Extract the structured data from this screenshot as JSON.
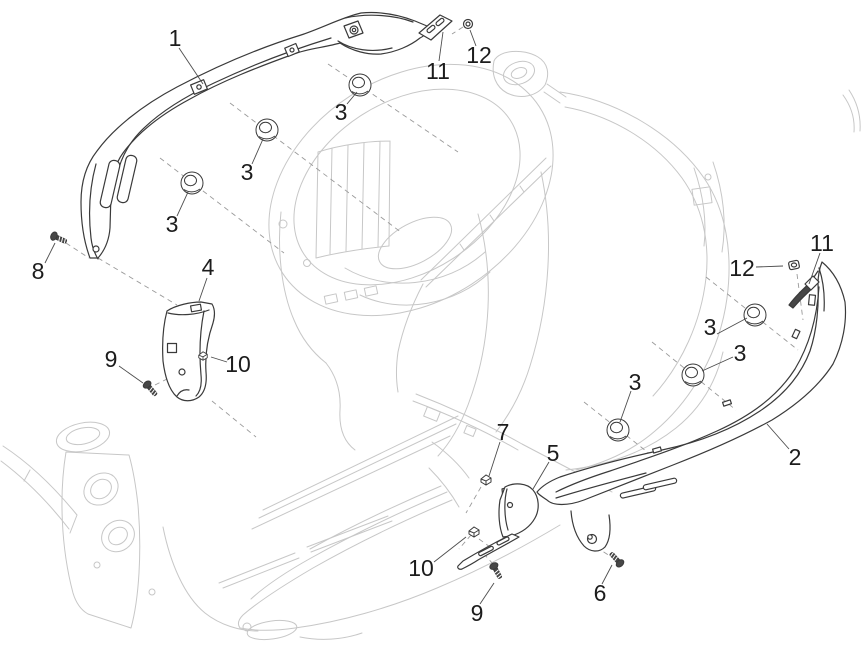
{
  "colors": {
    "background": "#ffffff",
    "ghost": "#c7c7c7",
    "part_line": "#3a3a3a",
    "screw_fill": "#474747",
    "label": "#1c1c1c",
    "leader": "#4d4d4d",
    "dashed": "#9a9a9a"
  },
  "callouts": [
    {
      "id": "1",
      "text": "1"
    },
    {
      "id": "3-top",
      "text": "3"
    },
    {
      "id": "3-mid",
      "text": "3"
    },
    {
      "id": "3-left",
      "text": "3"
    },
    {
      "id": "8",
      "text": "8"
    },
    {
      "id": "4",
      "text": "4"
    },
    {
      "id": "9-left",
      "text": "9"
    },
    {
      "id": "10-left",
      "text": "10"
    },
    {
      "id": "11-top",
      "text": "11"
    },
    {
      "id": "12-top",
      "text": "12"
    },
    {
      "id": "12-right",
      "text": "12"
    },
    {
      "id": "11-right",
      "text": "11"
    },
    {
      "id": "3-right-a",
      "text": "3"
    },
    {
      "id": "3-right-b",
      "text": "3"
    },
    {
      "id": "3-right-c",
      "text": "3"
    },
    {
      "id": "2",
      "text": "2"
    },
    {
      "id": "7",
      "text": "7"
    },
    {
      "id": "5",
      "text": "5"
    },
    {
      "id": "10-bottom",
      "text": "10"
    },
    {
      "id": "9-bottom",
      "text": "9"
    },
    {
      "id": "6",
      "text": "6"
    }
  ]
}
